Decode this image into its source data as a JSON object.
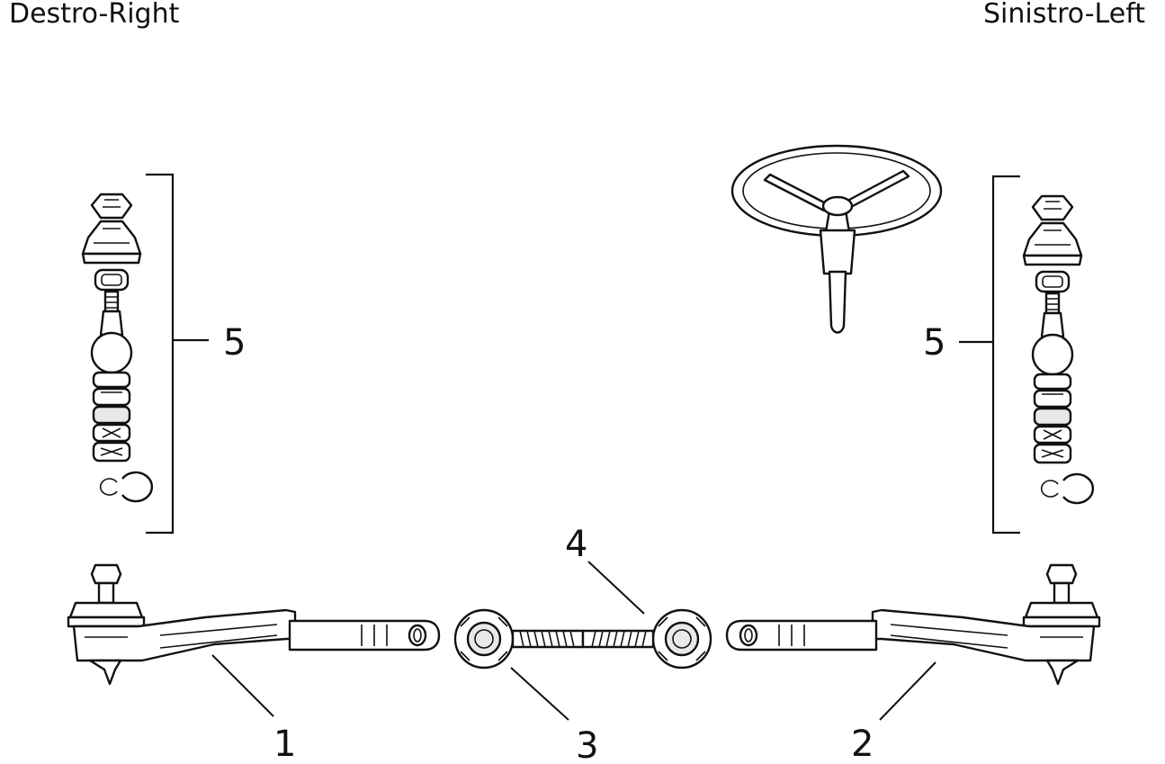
{
  "header": {
    "left_label": "Destro-Right",
    "right_label": "Sinistro-Left"
  },
  "callouts": {
    "part1": "1",
    "part2": "2",
    "part3": "3",
    "part4": "4",
    "part5_left": "5",
    "part5_right": "5"
  },
  "icons": [
    "steering-wheel-icon"
  ]
}
